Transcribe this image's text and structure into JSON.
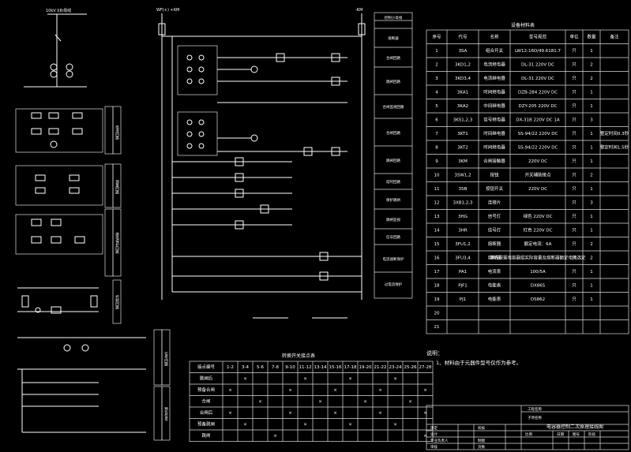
{
  "drawing": {
    "bus_left": "10kV  I(Ⅱ)母线",
    "dc_plus": "WF(+)  +KM",
    "dc_minus": "-KM",
    "title": "电容器控制二次原理接线图",
    "note_label": "说明：",
    "note_text": "1、材料由于元器件型号仅作为参考。"
  },
  "equipment_table": {
    "title": "设备材料表",
    "headers": [
      "序号",
      "代号",
      "名称",
      "型号规范",
      "单位",
      "数量",
      "备注"
    ],
    "rows": [
      [
        "1",
        "3SA",
        "组合开关",
        "LW12-16D/49.6181.7",
        "只",
        "1",
        ""
      ],
      [
        "2",
        "3KD1,2",
        "电流继电器",
        "DL-31 220V DC",
        "只",
        "2",
        ""
      ],
      [
        "3",
        "3KD3,4",
        "电流继电器",
        "DL-31 220V DC",
        "只",
        "2",
        ""
      ],
      [
        "4",
        "3KA1",
        "时间继电器",
        "DZB-284 220V DC",
        "只",
        "1",
        ""
      ],
      [
        "5",
        "3KA2",
        "中间继电器",
        "DZY-205 220V DC",
        "只",
        "1",
        ""
      ],
      [
        "6",
        "3KS1,2,3",
        "信号继电器",
        "DX-31B 220V DC 1A",
        "只",
        "3",
        ""
      ],
      [
        "7",
        "3KT1",
        "时间继电器",
        "SS-94/22 220V DC",
        "只",
        "1",
        "整定时间0.3秒"
      ],
      [
        "8",
        "3KT2",
        "时间继电器",
        "SS-94/22 220V DC",
        "只",
        "1",
        "整定时间1.5秒"
      ],
      [
        "9",
        "3KM",
        "合闸接触器",
        "220V DC",
        "只",
        "1",
        ""
      ],
      [
        "10",
        "3SW1,2",
        "按钮",
        "开关辅助接点",
        "只",
        "2",
        ""
      ],
      [
        "11",
        "3SB",
        "按钮开关",
        "220V DC",
        "只",
        "1",
        ""
      ],
      [
        "12",
        "3XB1,2,3",
        "连接片",
        "",
        "只",
        "3",
        ""
      ],
      [
        "13",
        "3HG",
        "信号灯",
        "绿色 220V DC",
        "只",
        "1",
        ""
      ],
      [
        "14",
        "3HR",
        "信号灯",
        "红色 220V DC",
        "只",
        "1",
        ""
      ],
      [
        "15",
        "3FU1,2",
        "熔断器",
        "额定电流：6A",
        "只",
        "2",
        ""
      ],
      [
        "16",
        "3FU3,4",
        "熔断器",
        "本表根据电容器组实际容量及熔断器额定电流选定",
        "只",
        "2",
        ""
      ],
      [
        "17",
        "PA1",
        "电流表",
        "100/5A",
        "只",
        "1",
        ""
      ],
      [
        "18",
        "PJF1",
        "电能表",
        "DX865",
        "只",
        "1",
        ""
      ],
      [
        "19",
        "PJ1",
        "电能表",
        "DS862",
        "只",
        "1",
        ""
      ],
      [
        "20",
        "",
        "",
        "",
        "",
        "",
        ""
      ],
      [
        "21",
        "",
        "",
        "",
        "",
        "",
        ""
      ]
    ]
  },
  "switch_table": {
    "title": "转换开关接点表",
    "headers": [
      "接点编号",
      "1-2",
      "3-4",
      "5-6",
      "7-8",
      "9-10",
      "11-12",
      "13-14",
      "15-16",
      "17-18",
      "19-20",
      "21-22",
      "23-24",
      "25-26",
      "27-28"
    ],
    "rows": [
      [
        "跳闸后",
        "",
        "×",
        "",
        "",
        "",
        "×",
        "",
        "",
        "×",
        "",
        "",
        "×",
        "",
        ""
      ],
      [
        "预备合闸",
        "×",
        "",
        "",
        "",
        "×",
        "",
        "",
        "×",
        "",
        "",
        "×",
        "",
        "",
        "×"
      ],
      [
        "合闸",
        "",
        "",
        "×",
        "",
        "",
        "",
        "×",
        "",
        "",
        "×",
        "",
        "",
        "×",
        ""
      ],
      [
        "合闸后",
        "×",
        "",
        "",
        "",
        "×",
        "",
        "",
        "×",
        "",
        "",
        "×",
        "",
        "",
        "×"
      ],
      [
        "预备跳闸",
        "",
        "×",
        "",
        "",
        "",
        "×",
        "",
        "",
        "×",
        "",
        "",
        "×",
        "",
        ""
      ],
      [
        "跳闸",
        "",
        "",
        "",
        "×",
        "",
        "",
        "",
        "",
        "",
        "",
        "",
        "",
        "",
        "×"
      ]
    ]
  },
  "function_labels": {
    "header": "控制小母线",
    "items": [
      "熔断器",
      "合闸回路",
      "跳闸回路",
      "合闸监视回路",
      "合闸回路",
      "跳闸回路",
      "延时回路",
      "保护跳闸",
      "跳闸监视",
      "信号回路",
      "电流速断保护",
      "过电流保护"
    ]
  },
  "left_labels": [
    "电流回路",
    "测量回路",
    "继电保护回路",
    "控制回路",
    "信号回路",
    "预告信号"
  ],
  "title_block": {
    "rows": [
      "工程名称",
      "子项名称"
    ],
    "cells": [
      "审定",
      "校核",
      "设计",
      "比例",
      "日期",
      "图号",
      "专业负责人",
      "制图",
      "审核",
      "页数",
      "阶段"
    ]
  }
}
